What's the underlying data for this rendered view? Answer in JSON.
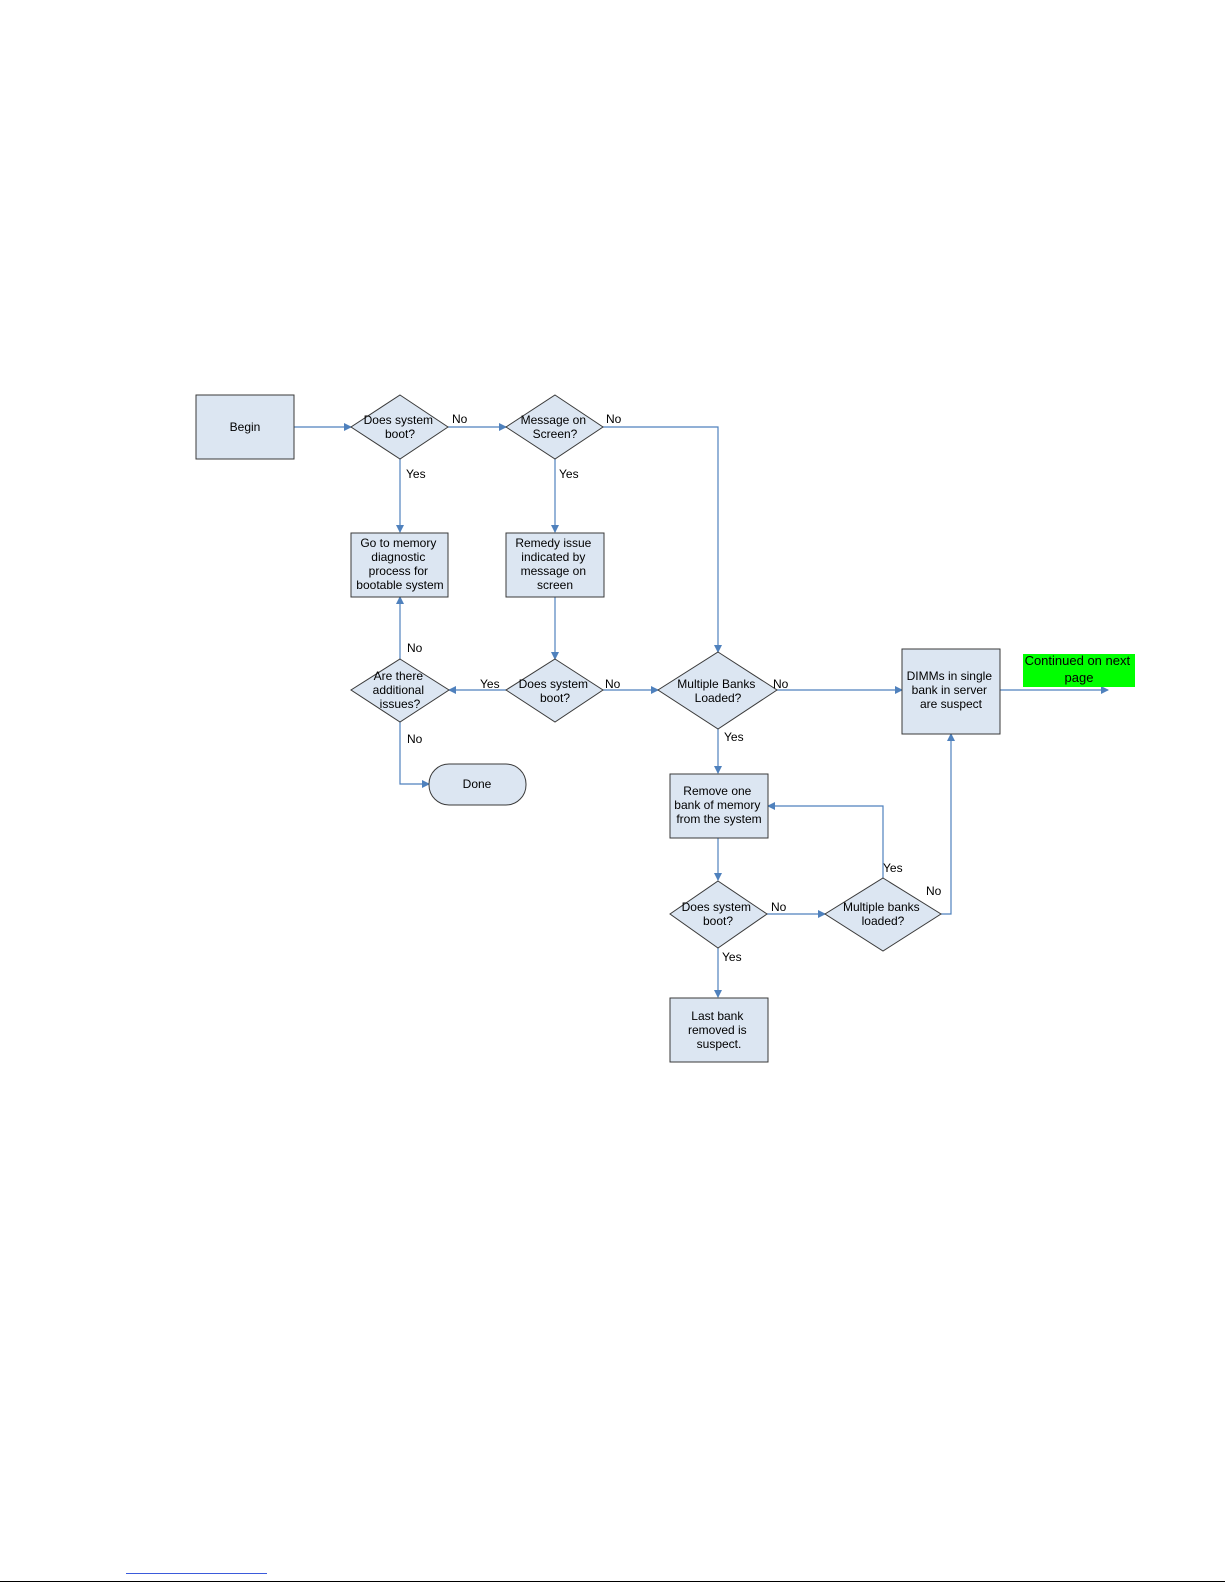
{
  "colors": {
    "node_fill": "#dce6f2",
    "node_stroke": "#3a3a3a",
    "edge": "#4f81bd",
    "continued_bg": "#00ff00"
  },
  "nodes": {
    "begin": "Begin",
    "d1": [
      "Does system",
      "boot?"
    ],
    "d2": [
      "Message on",
      "Screen?"
    ],
    "p_memdiag": [
      "Go to memory",
      "diagnostic",
      "process for",
      "bootable system"
    ],
    "p_remedy": [
      "Remedy issue",
      "indicated by",
      "message on",
      "screen"
    ],
    "d_additional": [
      "Are there",
      "additional",
      "issues?"
    ],
    "d3": [
      "Does system",
      "boot?"
    ],
    "d_multi": [
      "Multiple Banks",
      "Loaded?"
    ],
    "p_dimms": [
      "DIMMs in single",
      "bank in server",
      "are suspect"
    ],
    "continued": [
      "Continued on next",
      "page"
    ],
    "done": "Done",
    "p_remove": [
      "Remove one",
      "bank of memory",
      "from the system"
    ],
    "d4": [
      "Does system",
      "boot?"
    ],
    "d_multi2": [
      "Multiple banks",
      "loaded?"
    ],
    "p_last": [
      "Last bank",
      "removed is",
      "suspect."
    ]
  },
  "edge_labels": {
    "d1_no": "No",
    "d1_yes": "Yes",
    "d2_no": "No",
    "d2_yes": "Yes",
    "add_no_up": "No",
    "add_no_down": "No",
    "d3_yes": "Yes",
    "d3_no": "No",
    "multi_no": "No",
    "multi_yes": "Yes",
    "d4_no": "No",
    "d4_yes": "Yes",
    "multi2_yes": "Yes",
    "multi2_no": "No"
  }
}
